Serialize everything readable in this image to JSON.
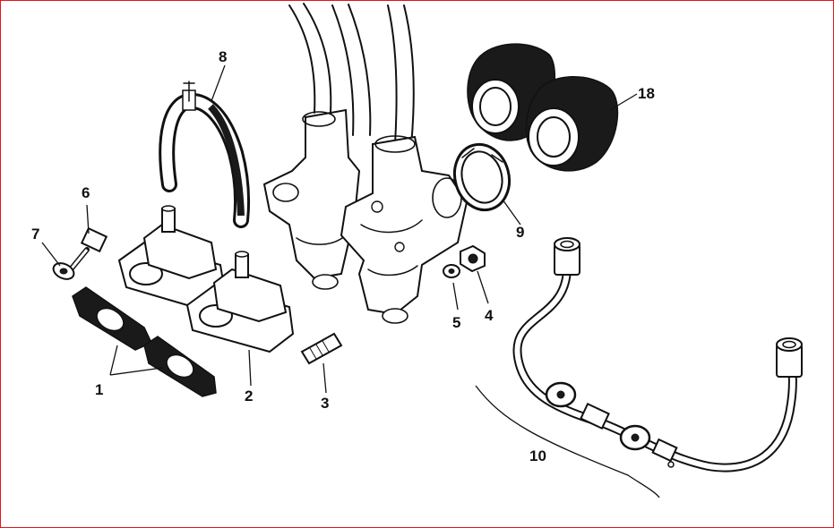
{
  "colors": {
    "frame": "#e0141e",
    "ink": "#111111",
    "paper": "#ffffff"
  },
  "callouts": {
    "c1": "1",
    "c2": "2",
    "c3": "3",
    "c4": "4",
    "c5": "5",
    "c6": "6",
    "c7": "7",
    "c8": "8",
    "c9": "9",
    "c10": "10",
    "c18": "18"
  }
}
